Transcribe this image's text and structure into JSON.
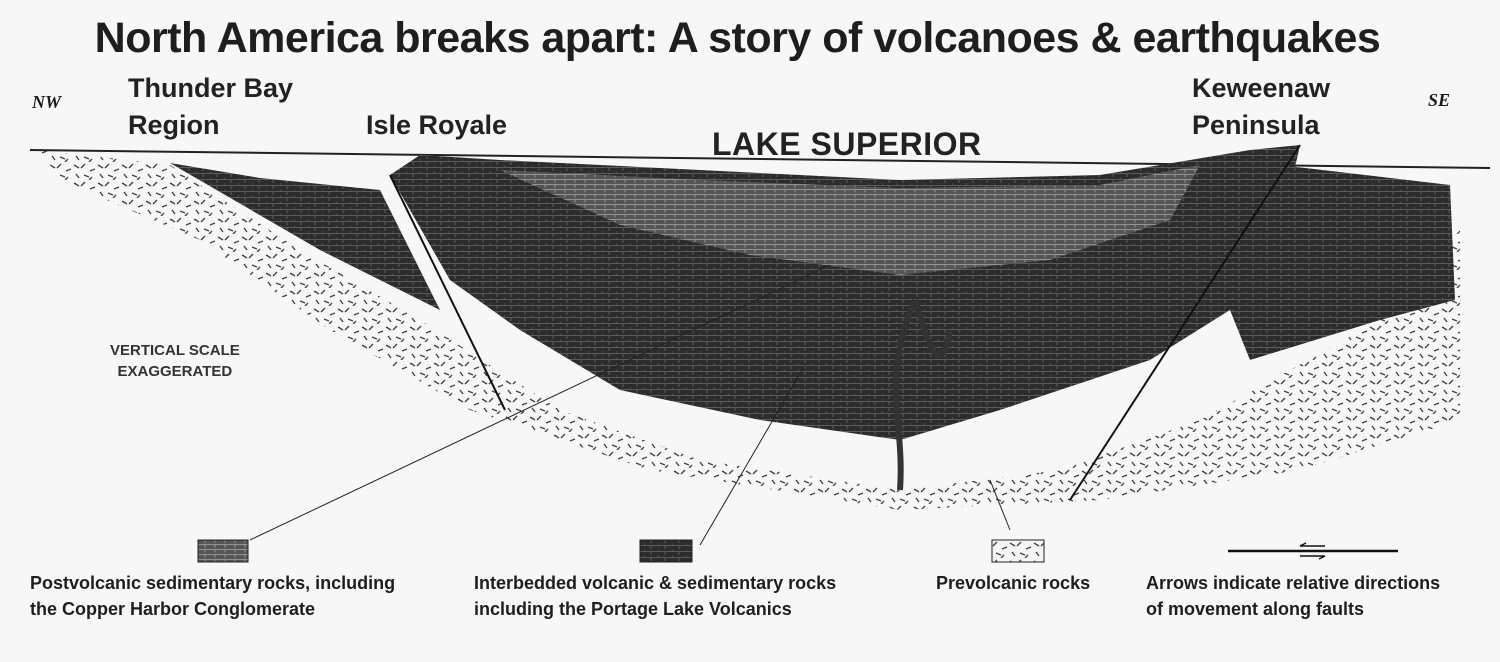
{
  "title": "North America breaks apart: A story of volcanoes & earthquakes",
  "compass": {
    "left": "NW",
    "right": "SE"
  },
  "places": {
    "thunder_bay": {
      "line1": "Thunder Bay",
      "line2": "Region"
    },
    "isle_royale": "Isle Royale",
    "lake_superior": "LAKE SUPERIOR",
    "keweenaw": {
      "line1": "Keweenaw",
      "line2": "Peninsula"
    }
  },
  "scale_note": {
    "line1": "VERTICAL SCALE",
    "line2": "EXAGGERATED"
  },
  "legend": [
    {
      "id": "postvolcanic",
      "swatch": "light-brick-pattern",
      "line1": "Postvolcanic sedimentary rocks, including",
      "line2": "the Copper Harbor Conglomerate"
    },
    {
      "id": "interbedded",
      "swatch": "dark-brick-pattern",
      "line1": "Interbedded volcanic & sedimentary rocks",
      "line2": "including the Portage Lake Volcanics"
    },
    {
      "id": "prevolcanic",
      "swatch": "dash-speckle-pattern",
      "line1": "Prevolcanic rocks",
      "line2": ""
    },
    {
      "id": "faults",
      "swatch": "fault-arrows",
      "line1": "Arrows indicate relative directions",
      "line2": "of movement along faults"
    }
  ],
  "colors": {
    "background": "#f7f7f7",
    "dark_rock": "#2e2e2e",
    "light_rock": "#5a5a5a",
    "ink": "#1e1e1e"
  }
}
